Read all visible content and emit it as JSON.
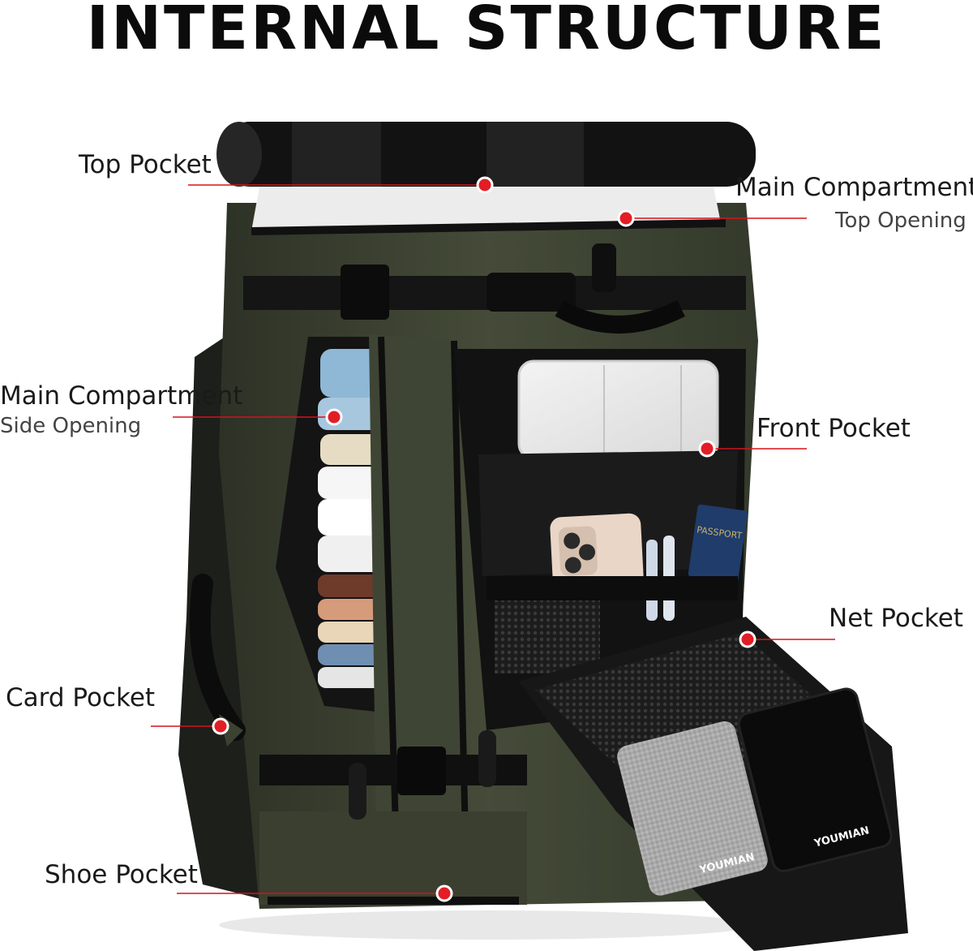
{
  "title": "INTERNAL STRUCTURE",
  "brand": "YOUMIAN",
  "passport_text": "PASSPORT",
  "callouts": [
    {
      "name": "top-pocket",
      "label": "Top Pocket",
      "sub": ""
    },
    {
      "name": "main-top",
      "label": "Main Compartment",
      "sub": "Top Opening"
    },
    {
      "name": "main-side",
      "label": "Main Compartment",
      "sub": "Side Opening"
    },
    {
      "name": "front-pocket",
      "label": "Front Pocket",
      "sub": ""
    },
    {
      "name": "net-pocket",
      "label": "Net Pocket",
      "sub": ""
    },
    {
      "name": "card-pocket",
      "label": "Card Pocket",
      "sub": ""
    },
    {
      "name": "shoe-pocket",
      "label": "Shoe Pocket",
      "sub": ""
    }
  ],
  "colors": {
    "accent": "#e31d25",
    "bag": "#3b4030",
    "text": "#1a1a1a"
  }
}
